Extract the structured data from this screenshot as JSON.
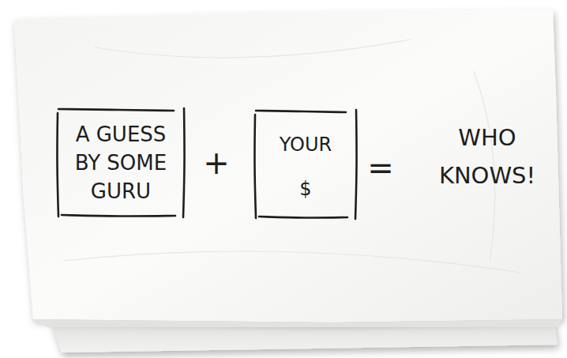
{
  "diagram": {
    "nodes": [
      {
        "text": [
          "A GUESS BY SOME GURU"
        ]
      },
      {
        "text": [
          "YOUR $"
        ]
      }
    ],
    "labels": [
      "+",
      "=",
      "WHO KNOWS!"
    ]
  }
}
